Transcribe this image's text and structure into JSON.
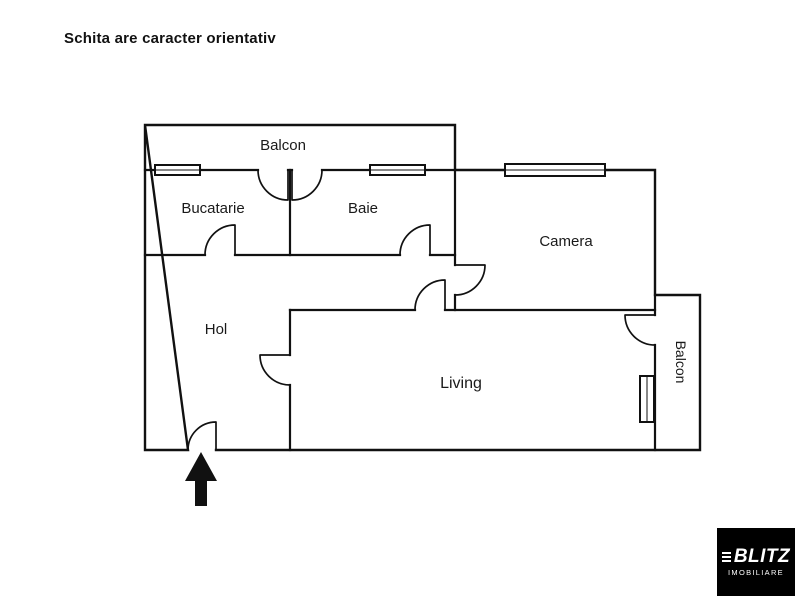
{
  "page": {
    "disclaimer": "Schita are caracter orientativ"
  },
  "floorplan": {
    "rooms": {
      "balcon_top": {
        "label": "Balcon"
      },
      "bucatarie": {
        "label": "Bucatarie"
      },
      "baie": {
        "label": "Baie"
      },
      "camera": {
        "label": "Camera"
      },
      "hol": {
        "label": "Hol"
      },
      "living": {
        "label": "Living"
      },
      "balcon_right": {
        "label": "Balcon"
      }
    },
    "features": {
      "entrance": "entrance-arrow",
      "windows": [
        "kitchen-window",
        "bath-window",
        "camera-window",
        "balcony-window"
      ],
      "doors": [
        "balcony-kitchen-door",
        "balcony-bath-door",
        "kitchen-hall-door",
        "bath-hall-door",
        "camera-door",
        "living-door",
        "hall-living-door",
        "living-balcony-door",
        "entrance-door"
      ]
    }
  },
  "logo": {
    "brand": "BLITZ",
    "tagline": "IMOBILIARE"
  },
  "colors": {
    "wall": "#111111",
    "text": "#1a1a1a",
    "background": "#ffffff",
    "logo_background": "#000000",
    "logo_text": "#ffffff"
  }
}
